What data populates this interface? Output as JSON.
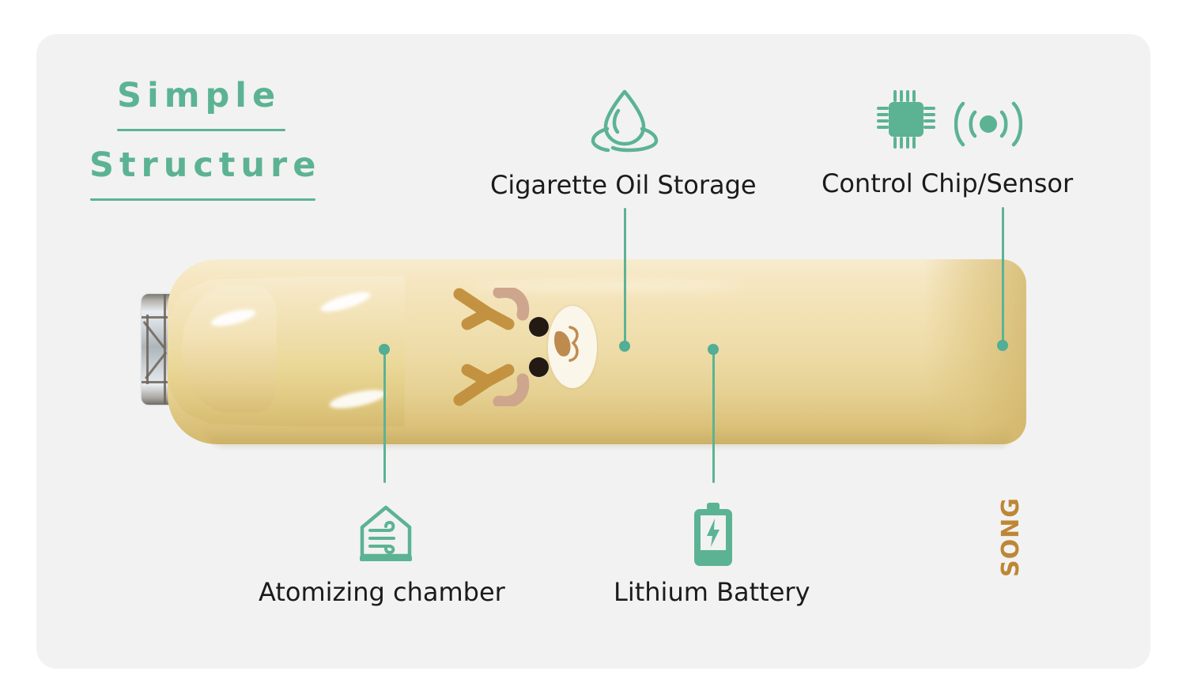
{
  "card": {
    "background_color": "#f2f2f2",
    "page_background_color": "#ffffff"
  },
  "title": {
    "line1": "Simple",
    "line2": "Structure",
    "color": "#5cb394"
  },
  "accent_color": "#5cb394",
  "label_color": "#1b1b1b",
  "callouts": [
    {
      "id": "cigarette-oil-storage",
      "label": "Cigarette Oil Storage",
      "icon": "water-droplet-icon"
    },
    {
      "id": "control-chip-sensor",
      "label": "Control Chip/Sensor",
      "icon": "chip-icon",
      "icon2": "sensor-signal-icon"
    },
    {
      "id": "atomizing-chamber",
      "label": "Atomizing chamber",
      "icon": "airflow-house-icon"
    },
    {
      "id": "lithium-battery",
      "label": "Lithium Battery",
      "icon": "battery-icon"
    }
  ],
  "device": {
    "brand_text": "SONG",
    "brand_color": "#bd8736",
    "body_color": "#f1dfae",
    "tip_color": "#cfd6dc",
    "character": "deer-face-graphic"
  }
}
